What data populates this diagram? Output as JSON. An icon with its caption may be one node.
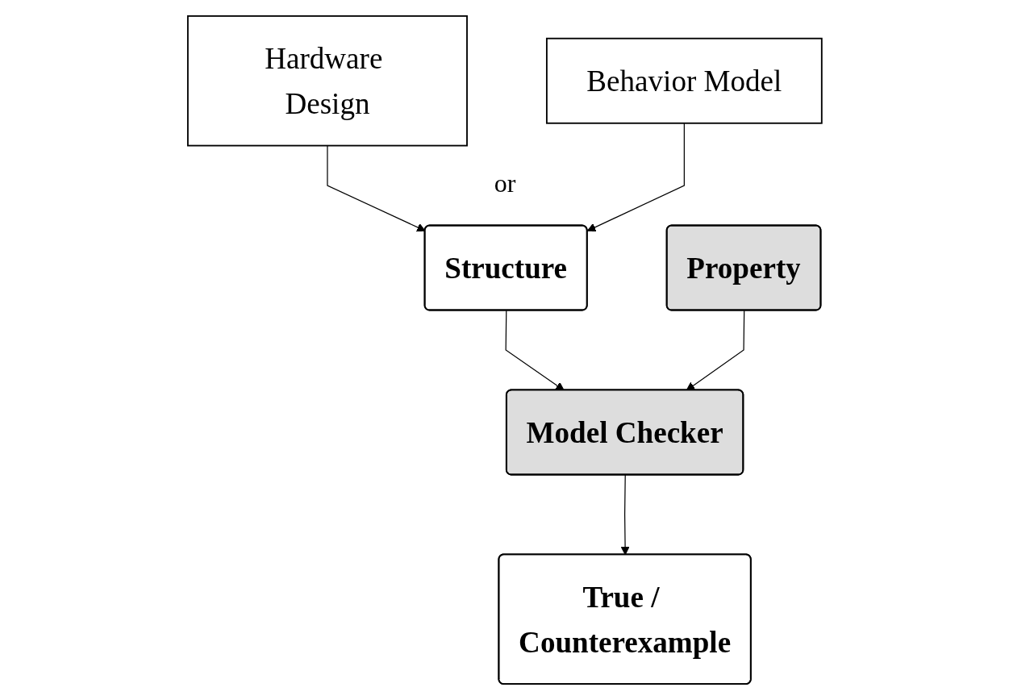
{
  "diagram": {
    "nodes": [
      {
        "text": [
          "Hardware Design"
        ]
      },
      {
        "text": [
          "Behavior Model"
        ]
      },
      {
        "text": [
          "Property"
        ]
      },
      {
        "text": [
          "Structure"
        ]
      },
      {
        "text": [
          "Model Checker"
        ]
      },
      {
        "text": [
          "True / Counterexample"
        ]
      }
    ],
    "edges": [
      {
        "from": 0,
        "to": 3,
        "arrow": "to"
      },
      {
        "from": 1,
        "to": 3,
        "arrow": "to"
      },
      {
        "from": 3,
        "to": 4,
        "arrow": "to"
      },
      {
        "from": 2,
        "to": 4,
        "arrow": "to"
      },
      {
        "from": 4,
        "to": 5,
        "arrow": "to"
      }
    ],
    "labels": [
      "or"
    ]
  }
}
